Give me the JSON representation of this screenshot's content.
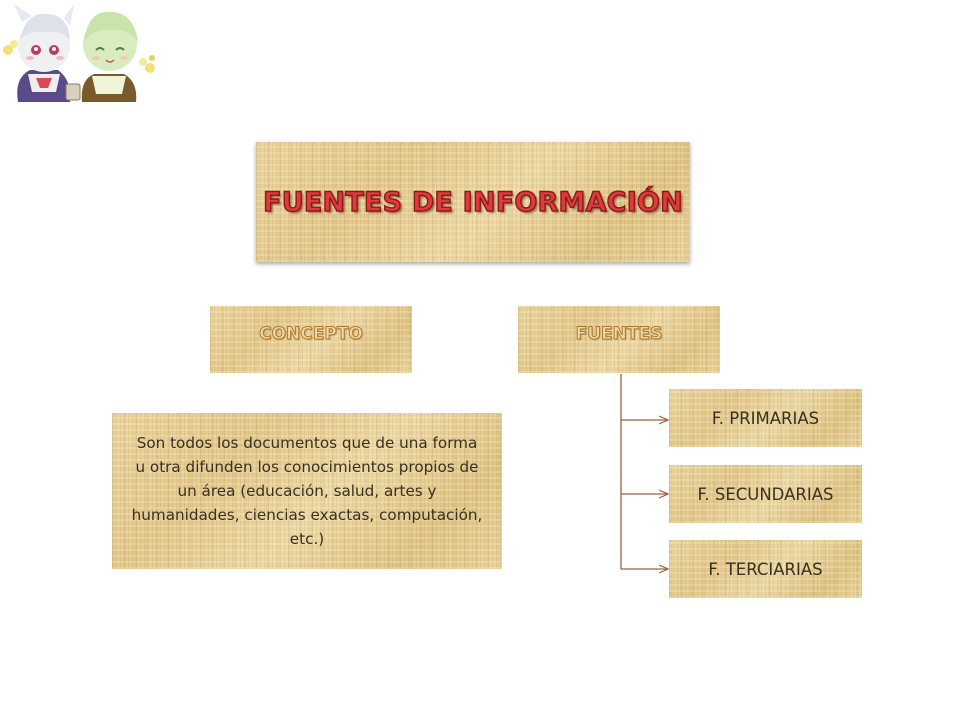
{
  "title": "FUENTES DE INFORMACIÓN",
  "concept": {
    "label": "CONCEPTO",
    "description": "Son todos los documentos que de una forma u otra difunden los conocimientos propios de un área (educación, salud, artes y humanidades, ciencias exactas, computación, etc.)"
  },
  "sources": {
    "label": "FUENTES",
    "items": [
      "F. PRIMARIAS",
      "F. SECUNDARIAS",
      "F. TERCIARIAS"
    ]
  },
  "colors": {
    "title_text": "#e03a3a",
    "connector": "#a0603a",
    "box_fill": "#e9d49c"
  },
  "icons": {
    "mascot": "anime-characters-illustration"
  }
}
